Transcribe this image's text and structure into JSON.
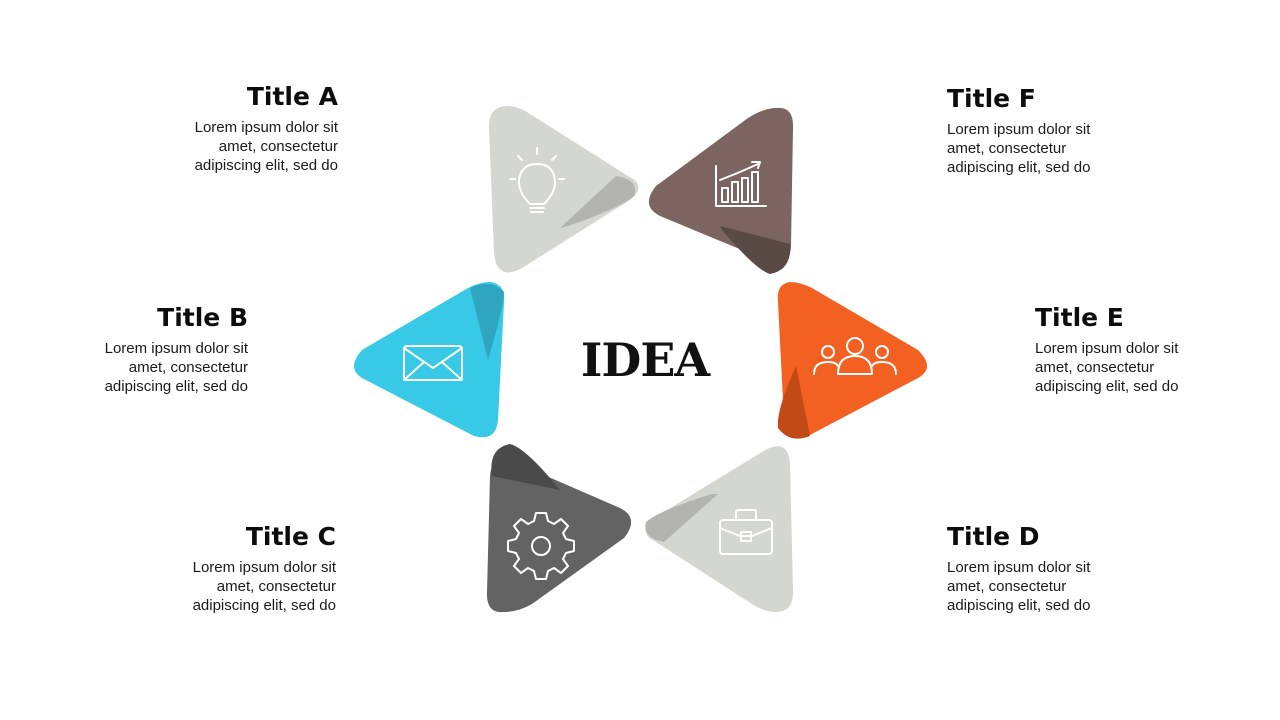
{
  "center_label": "IDEA",
  "items": [
    {
      "id": "a",
      "title": "Title A",
      "lines": [
        "Lorem ipsum dolor sit",
        "amet, consectetur",
        "adipiscing elit, sed do"
      ],
      "color": "#d3d6d1",
      "fold_color": "#b3b4b0",
      "icon": "lightbulb-icon"
    },
    {
      "id": "b",
      "title": "Title B",
      "lines": [
        "Lorem ipsum dolor sit",
        "amet, consectetur",
        "adipiscing elit, sed do"
      ],
      "color": "#38c9e6",
      "fold_color": "#2fa5bf",
      "icon": "envelope-icon"
    },
    {
      "id": "c",
      "title": "Title C",
      "lines": [
        "Lorem ipsum dolor sit",
        "amet, consectetur",
        "adipiscing elit, sed do"
      ],
      "color": "#636363",
      "fold_color": "#4a4a4a",
      "icon": "gear-icon"
    },
    {
      "id": "d",
      "title": "Title D",
      "lines": [
        "Lorem ipsum dolor sit",
        "amet, consectetur",
        "adipiscing elit, sed do"
      ],
      "color": "#d3d6d1",
      "fold_color": "#b3b4b0",
      "icon": "briefcase-icon"
    },
    {
      "id": "e",
      "title": "Title E",
      "lines": [
        "Lorem ipsum dolor sit",
        "amet, consectetur",
        "adipiscing elit, sed do"
      ],
      "color": "#f26122",
      "fold_color": "#c24a17",
      "icon": "team-icon"
    },
    {
      "id": "f",
      "title": "Title F",
      "lines": [
        "Lorem ipsum dolor sit",
        "amet, consectetur",
        "adipiscing elit, sed do"
      ],
      "color": "#7c6560",
      "fold_color": "#5a4a46",
      "icon": "growth-chart-icon"
    }
  ]
}
